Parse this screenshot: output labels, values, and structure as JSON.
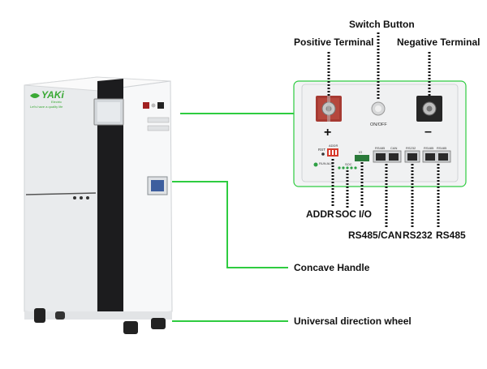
{
  "brand": {
    "name": "YAKi",
    "sub": "Electric",
    "tagline": "Let's have a quality life"
  },
  "panel": {
    "plus": "+",
    "minus": "–",
    "on_off": "ON/OFF",
    "rst": "RST",
    "run_alm": "RUN ALM",
    "addr": "ADDR",
    "soc": "SOC",
    "io": "IO",
    "port_labels": [
      "RS485",
      "CAN",
      "RS232",
      "RS485",
      "RS485"
    ]
  },
  "callouts": {
    "switch_button": "Switch Button",
    "positive_terminal": "Positive Terminal",
    "negative_terminal": "Negative Terminal",
    "addr": "ADDR",
    "soc": "SOC",
    "io": "I/O",
    "rs485_can": "RS485/CAN",
    "rs232": "RS232",
    "rs485": "RS485",
    "concave_handle": "Concave Handle",
    "universal_wheel": "Universal direction wheel"
  },
  "colors": {
    "leader_green": "#2ecc40",
    "brand_green": "#3aa935",
    "cabinet_white": "#f4f5f6",
    "cabinet_black": "#1c1c1e"
  }
}
